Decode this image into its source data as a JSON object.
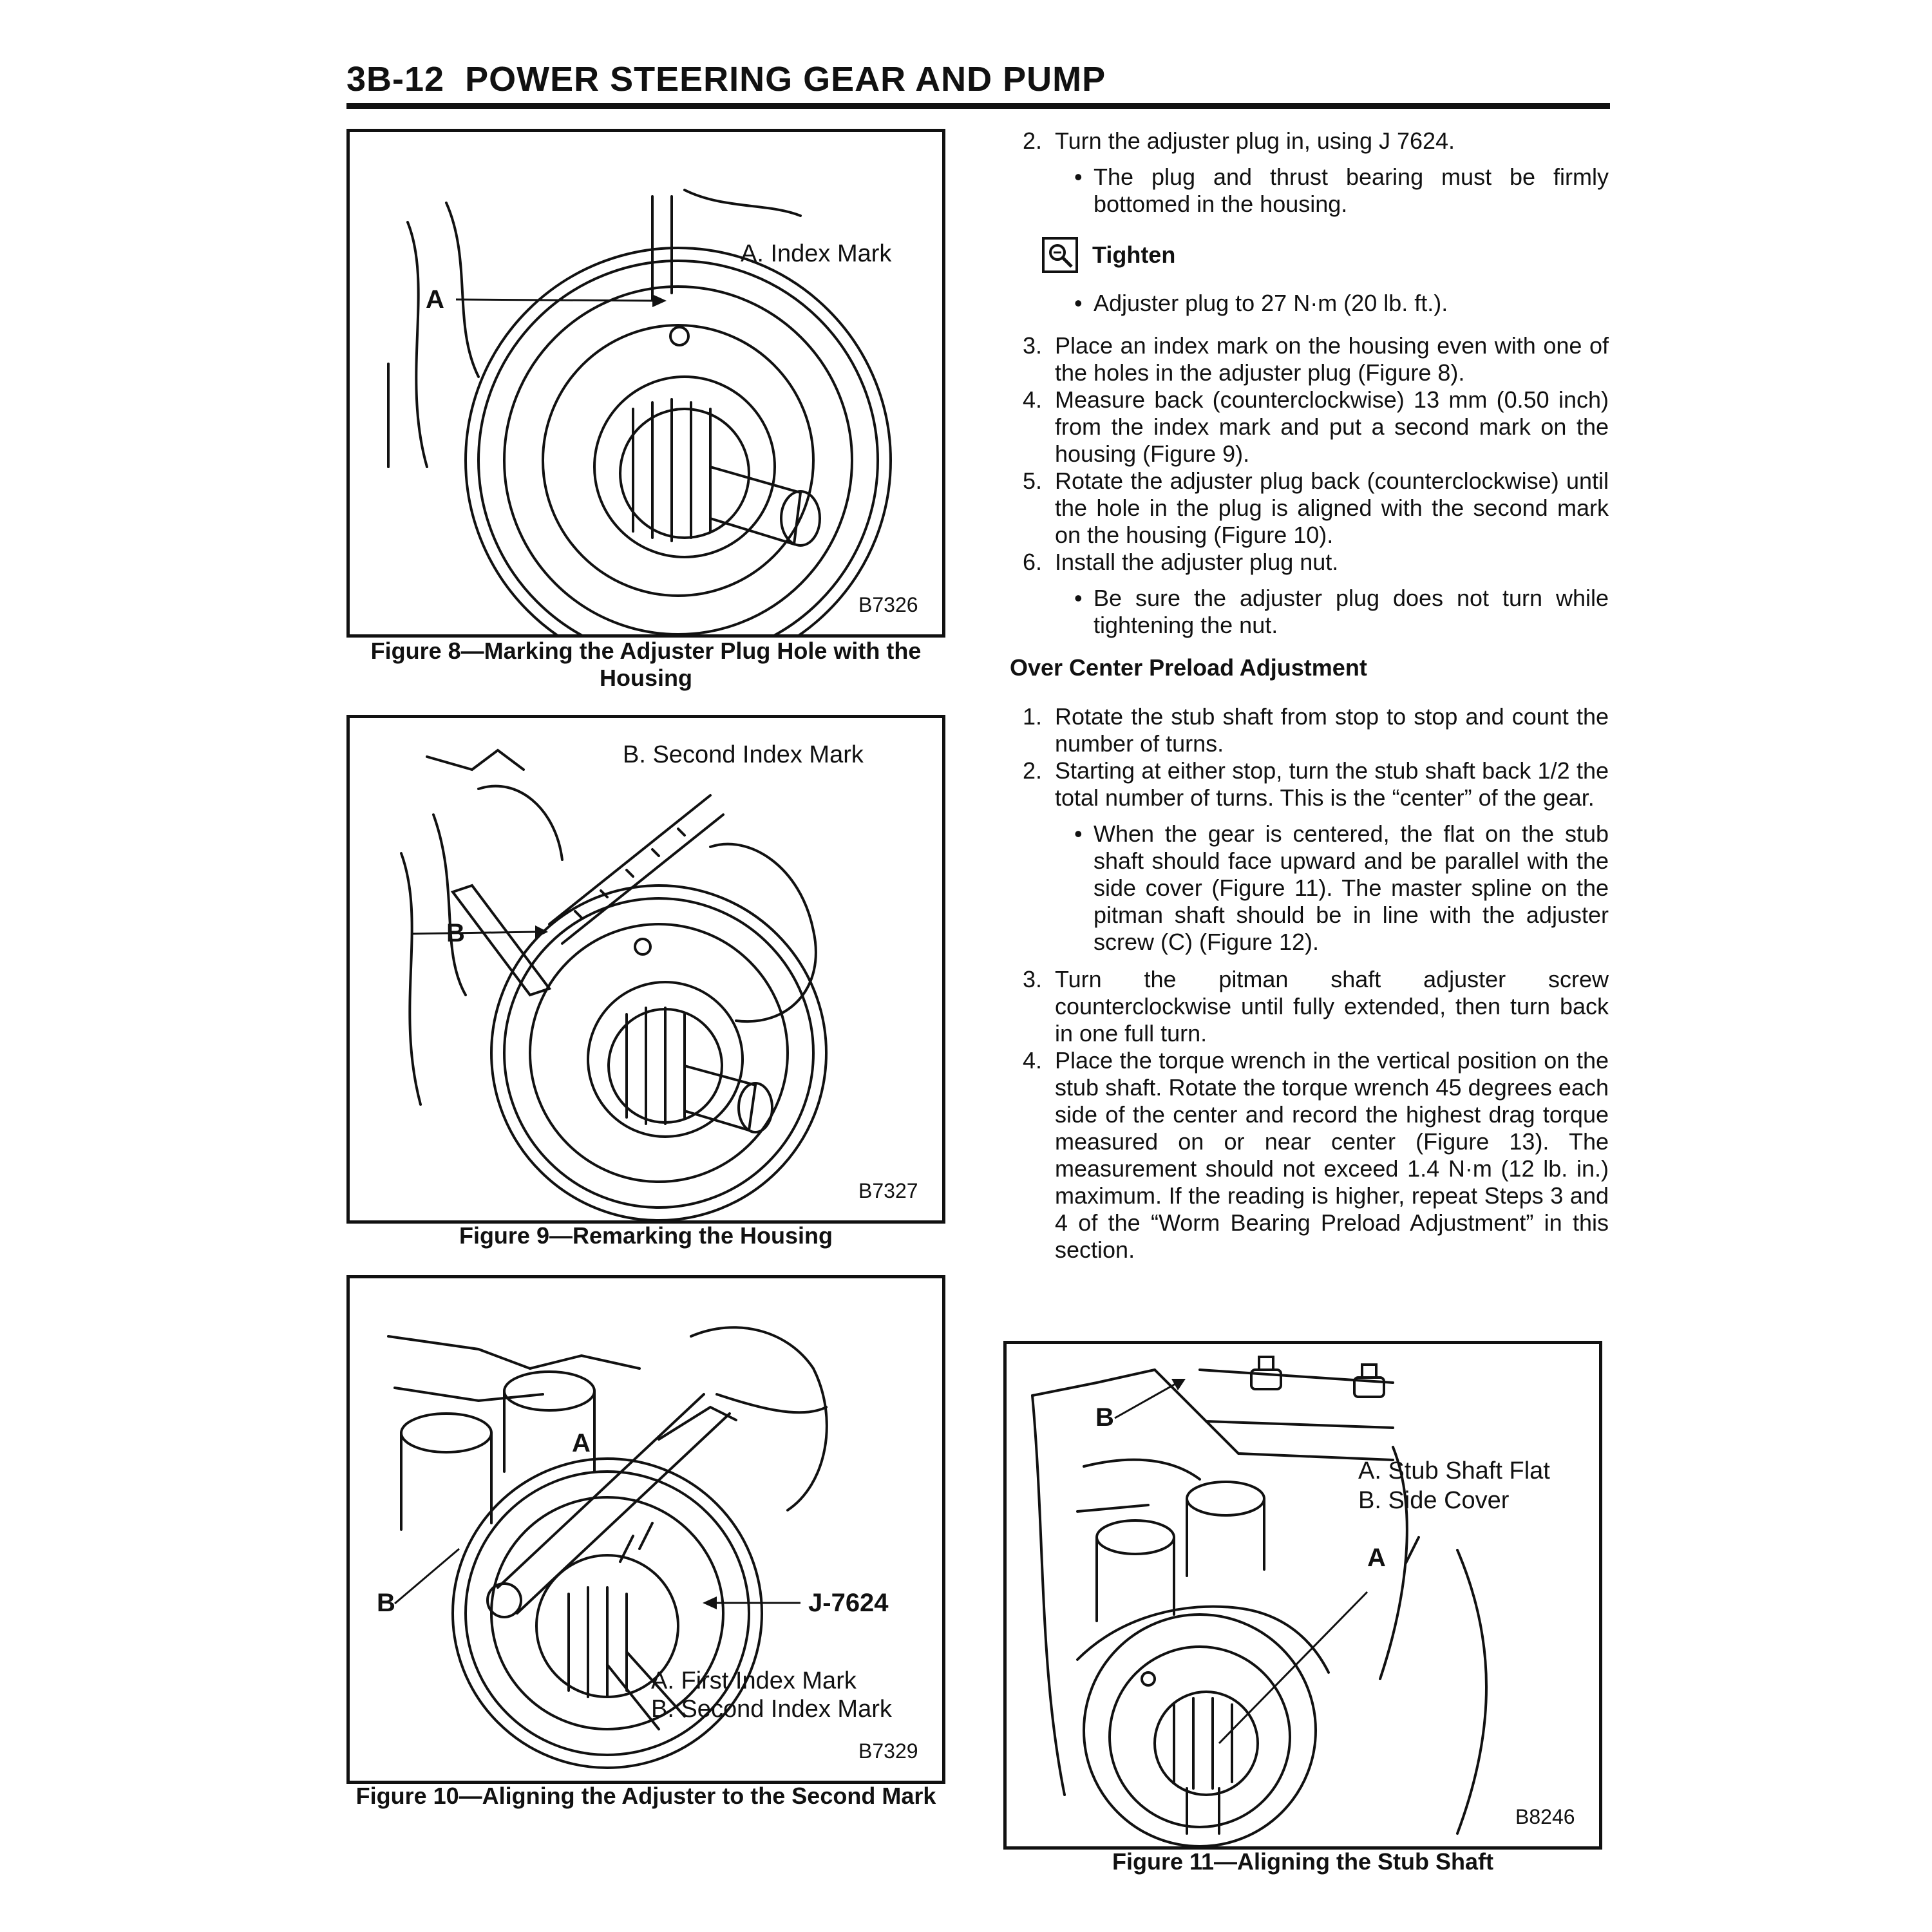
{
  "header": {
    "section": "3B-12",
    "title": "POWER STEERING GEAR AND PUMP"
  },
  "figures": [
    {
      "code": "B7326",
      "caption": "Figure 8—Marking the Adjuster Plug Hole with the Housing",
      "labels": {
        "callout_a": "A",
        "legend_a": "A.  Index Mark"
      }
    },
    {
      "code": "B7327",
      "caption": "Figure 9—Remarking the Housing",
      "labels": {
        "callout_b": "B",
        "legend_b": "B.  Second Index Mark"
      }
    },
    {
      "code": "B7329",
      "caption": "Figure 10—Aligning the Adjuster to the Second Mark",
      "labels": {
        "callout_a": "A",
        "callout_b": "B",
        "tool": "J-7624",
        "legend_a": "A.  First Index Mark",
        "legend_b": "B.  Second Index Mark"
      }
    },
    {
      "code": "B8246",
      "caption": "Figure 11—Aligning the Stub Shaft",
      "labels": {
        "callout_a": "A",
        "callout_b": "B",
        "legend_a": "A.  Stub Shaft Flat",
        "legend_b": "B.  Side Cover"
      }
    }
  ],
  "content": {
    "step2": {
      "num": "2.",
      "text": "Turn the adjuster plug in, using J 7624."
    },
    "step2_bullet": "The plug and thrust bearing must be firmly bottomed in the housing.",
    "tighten_label": "Tighten",
    "tighten_bullet": "Adjuster plug to 27 N·m (20 lb. ft.).",
    "step3": {
      "num": "3.",
      "text": "Place an index mark on the housing even with one of the holes in the adjuster plug (Figure 8)."
    },
    "step4": {
      "num": "4.",
      "text": "Measure back (counterclockwise) 13 mm (0.50 inch) from the index mark and put a second mark on the housing (Figure 9)."
    },
    "step5": {
      "num": "5.",
      "text": "Rotate the adjuster plug back (counterclockwise) until the hole in the plug is aligned with the second mark on the housing (Figure 10)."
    },
    "step6": {
      "num": "6.",
      "text": "Install the adjuster plug nut."
    },
    "step6_bullet": "Be sure the adjuster plug does not turn while tightening the nut.",
    "subheading": "Over Center Preload Adjustment",
    "oc_step1": {
      "num": "1.",
      "text": "Rotate the stub shaft from stop to stop and count the number of turns."
    },
    "oc_step2": {
      "num": "2.",
      "text": "Starting at either stop, turn the stub shaft back 1/2 the total number of turns. This is the “center” of the gear."
    },
    "oc_step2_bullet": "When the gear is centered, the flat on the stub shaft should face upward and be parallel with the side cover (Figure 11). The master spline on the pitman shaft should be in line with the adjuster screw (C) (Figure 12).",
    "oc_step3": {
      "num": "3.",
      "text": "Turn the pitman shaft adjuster screw counterclockwise until fully extended, then turn back in one full turn."
    },
    "oc_step4": {
      "num": "4.",
      "text": "Place the torque wrench in the vertical position on the stub shaft. Rotate the torque wrench 45 degrees each side of the center and record the highest drag torque measured on or near center (Figure 13). The measurement should not exceed 1.4 N·m (12 lb. in.) maximum. If the reading is higher, repeat Steps 3 and 4 of the “Worm Bearing Preload Adjustment” in this section."
    }
  }
}
